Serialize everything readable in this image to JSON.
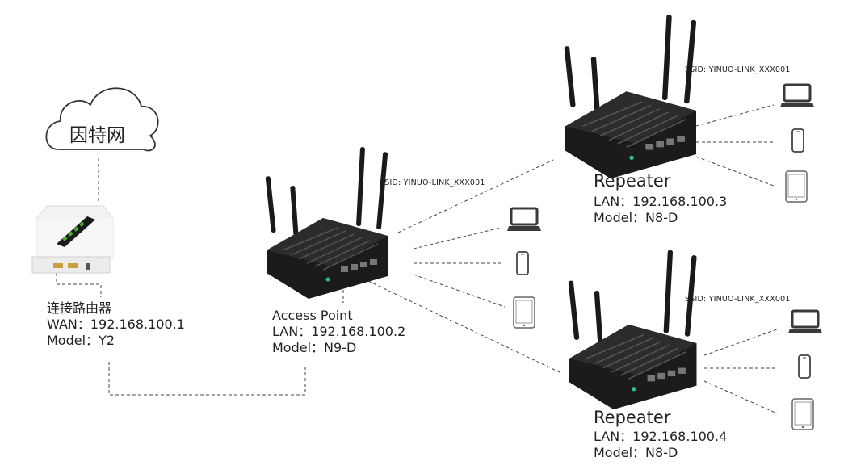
{
  "internet": {
    "label": "因特网"
  },
  "main_router": {
    "name": "连接路由器",
    "wan": "WAN：192.168.100.1",
    "model": "Model：Y2"
  },
  "access_point": {
    "name": "Access Point",
    "lan": "LAN：192.168.100.2",
    "model": "Model：N9-D",
    "ssid": "SSID: YINUO-LINK_XXX001"
  },
  "repeater_top": {
    "name": "Repeater",
    "lan": "LAN：192.168.100.3",
    "model": "Model：N8-D",
    "ssid": "SSID: YINUO-LINK_XXX001"
  },
  "repeater_bottom": {
    "name": "Repeater",
    "lan": "LAN：192.168.100.4",
    "model": "Model：N8-D",
    "ssid": "SSID: YINUO-LINK_XXX001"
  },
  "client_devices": [
    "laptop-icon",
    "phone-icon",
    "tablet-icon"
  ],
  "colors": {
    "line": "#444444",
    "router_body": "#1b1b1b",
    "led": "#4caf2c"
  }
}
